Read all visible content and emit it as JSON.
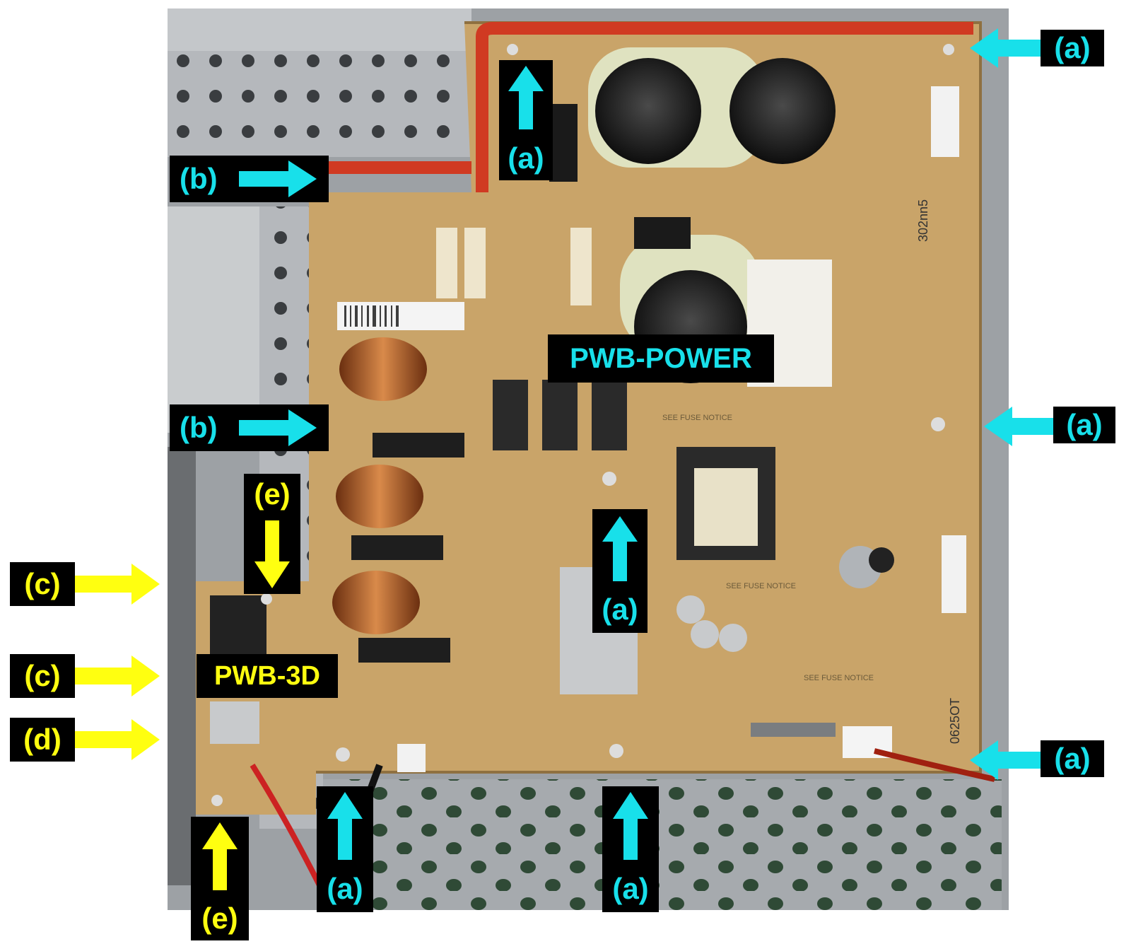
{
  "labels": {
    "a": "(a)",
    "b": "(b)",
    "c": "(c)",
    "d": "(d)",
    "e": "(e)",
    "pwb_power": "PWB-POWER",
    "pwb_3d": "PWB-3D"
  },
  "board_print": {
    "code_top": "302nn5",
    "code_right": "0625OT",
    "fuse_notice": "SEE FUSE NOTICE"
  },
  "colors": {
    "label_bg": "#000000",
    "cyan_arrow": "#18e0ea",
    "yellow_arrow": "#ffff10",
    "board": "#c9a469",
    "chassis": "#9da1a5",
    "red_cable": "#d03a22"
  }
}
